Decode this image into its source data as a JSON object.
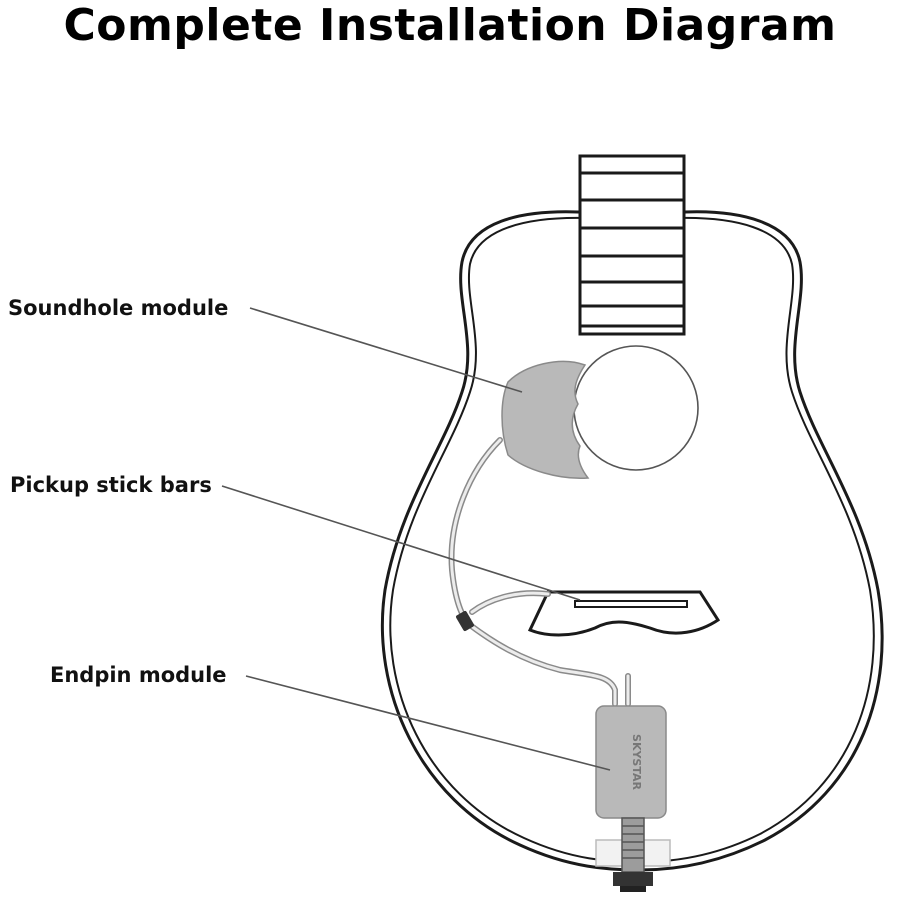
{
  "title": "Complete Installation Diagram",
  "callouts": {
    "soundhole": "Soundhole module",
    "pickup": "Pickup stick bars",
    "endpin": "Endpin module"
  },
  "module_label": "SKYSTAR",
  "colors": {
    "outline": "#1a1a1a",
    "module_fill": "#b9b9b9",
    "leader": "#555555"
  }
}
